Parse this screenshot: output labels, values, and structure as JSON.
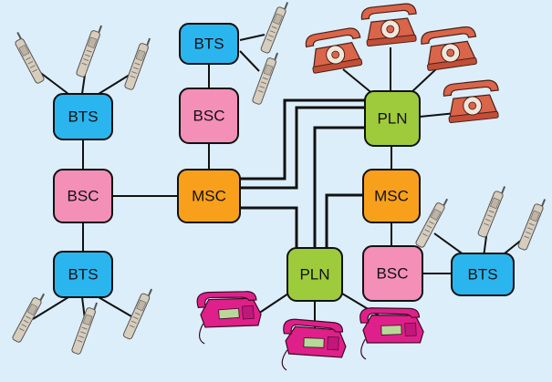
{
  "labels": {
    "bts": "BTS",
    "bsc": "BSC",
    "msc": "MSC",
    "pln": "PLN"
  },
  "colors": {
    "background": "#dceefa",
    "bts": "#2bb5ee",
    "bsc": "#f48fb8",
    "msc": "#f8a01c",
    "pln": "#9ecb3c",
    "old_phone": "#d9654a",
    "desk_phone": "#e0208a",
    "mobile": "#d7cdbd"
  },
  "icons": [
    "mobile-phone-icon",
    "rotary-phone-icon",
    "desk-phone-icon"
  ]
}
